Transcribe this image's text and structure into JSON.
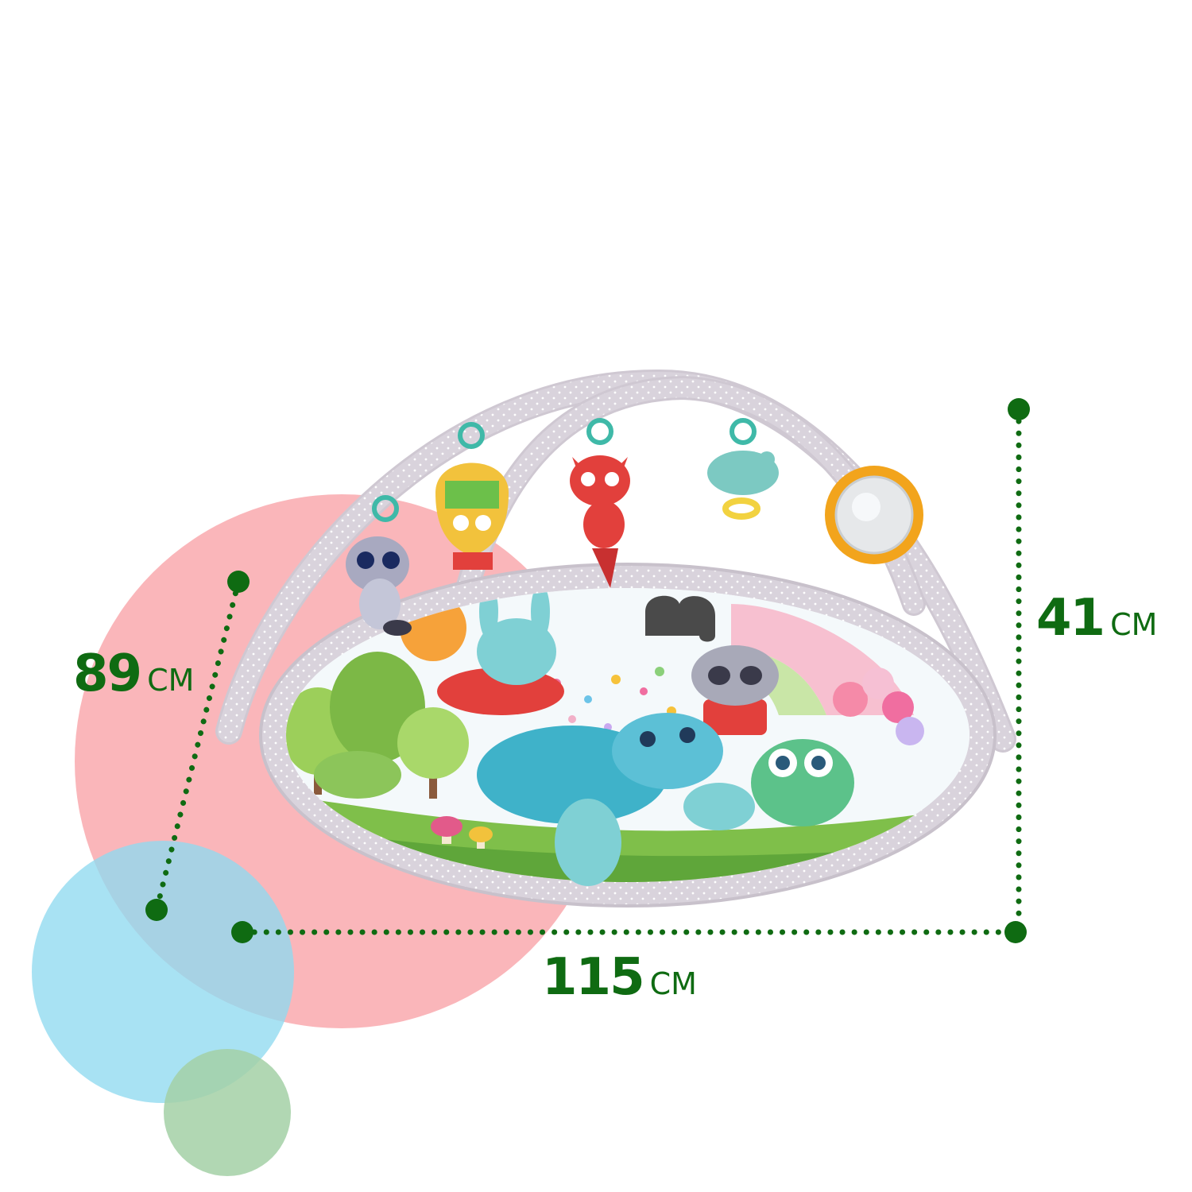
{
  "dimensions": {
    "width": {
      "value": "115",
      "unit": "CM"
    },
    "depth": {
      "value": "89",
      "unit": "CM"
    },
    "height": {
      "value": "41",
      "unit": "CM"
    }
  },
  "colors": {
    "dimension_line": "#0f6b12",
    "circle_pink": "#f9a9ae",
    "circle_blue": "#8fdaef",
    "circle_green": "#a3d0a6",
    "arch": "#d9d3dc",
    "mat_border": "#d6d0d8"
  },
  "product": {
    "name_icon": "baby-play-gym-icon",
    "toys": [
      "raccoon-toy-icon",
      "hot-air-balloon-owl-toy-icon",
      "fox-toy-icon",
      "bird-rattle-toy-icon",
      "sun-mirror-toy-icon"
    ]
  }
}
